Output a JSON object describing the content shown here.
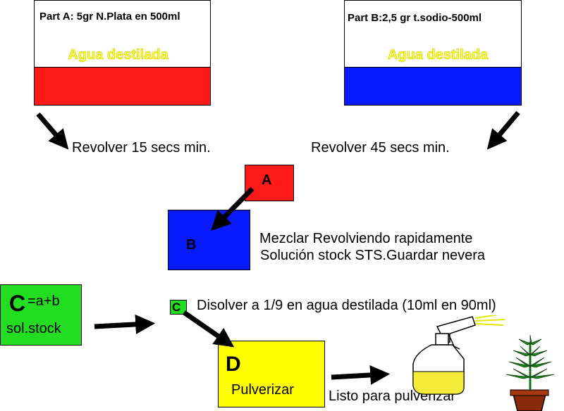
{
  "part_a": {
    "title": "Part A: 5gr N.Plata en 500ml",
    "water_label": "Agua destilada",
    "liquid_color": "#ff1a1a"
  },
  "part_b": {
    "title": "Part B:2,5 gr t.sodio-500ml",
    "water_label": "Agua destilada",
    "liquid_color": "#0a1aff"
  },
  "step_a_note": "Revolver 15 secs min.",
  "step_b_note": "Revolver 45 secs min.",
  "box_a_label": "A",
  "box_b_label": "B",
  "mix_note": {
    "line1": "Mezclar Revolviendo rapidamente",
    "line2": "Solución stock STS.Guardar nevera"
  },
  "stock_box": {
    "letter": "C",
    "formula": "=a+b",
    "label": "sol.stock"
  },
  "small_c_label": "C",
  "dilute_note": "Disolver a 1/9 en agua destilada (10ml en 90ml)",
  "spray_box": {
    "letter": "D",
    "label": "Pulverizar"
  },
  "ready_note": "Listo para pulverizar",
  "colors": {
    "red": "#ff1a1a",
    "blue": "#0a1aff",
    "green": "#22dd22",
    "yellow": "#ffff00"
  }
}
